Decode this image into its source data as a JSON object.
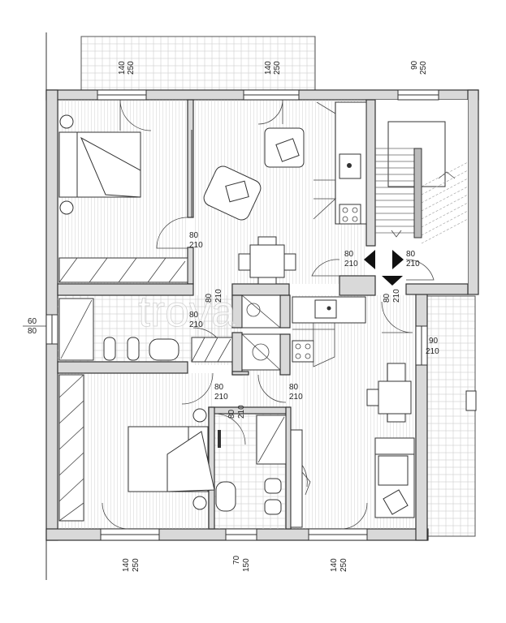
{
  "watermark": "trova",
  "openings": [
    {
      "id": "bedroom1-window",
      "width": "140",
      "height": "250"
    },
    {
      "id": "living-window",
      "width": "140",
      "height": "250"
    },
    {
      "id": "stair-window",
      "width": "90",
      "height": "250"
    },
    {
      "id": "bedroom1-door",
      "width": "80",
      "height": "210"
    },
    {
      "id": "hall-door-left",
      "width": "80",
      "height": "210"
    },
    {
      "id": "hall-door-right",
      "width": "80",
      "height": "210"
    },
    {
      "id": "corridor-door",
      "width": "80",
      "height": "210"
    },
    {
      "id": "bath1-door",
      "width": "80",
      "height": "210"
    },
    {
      "id": "bath1-window",
      "width": "60",
      "height": "80"
    },
    {
      "id": "entry-door",
      "width": "80",
      "height": "210"
    },
    {
      "id": "balcony-door",
      "width": "90",
      "height": "210"
    },
    {
      "id": "bedroom2-door",
      "width": "80",
      "height": "210"
    },
    {
      "id": "bath2-door",
      "width": "80",
      "height": "210"
    },
    {
      "id": "kitchen-door",
      "width": "80",
      "height": "210"
    },
    {
      "id": "bedroom2-window",
      "width": "140",
      "height": "250"
    },
    {
      "id": "bath2-window",
      "width": "70",
      "height": "150"
    },
    {
      "id": "living2-window",
      "width": "140",
      "height": "250"
    }
  ]
}
